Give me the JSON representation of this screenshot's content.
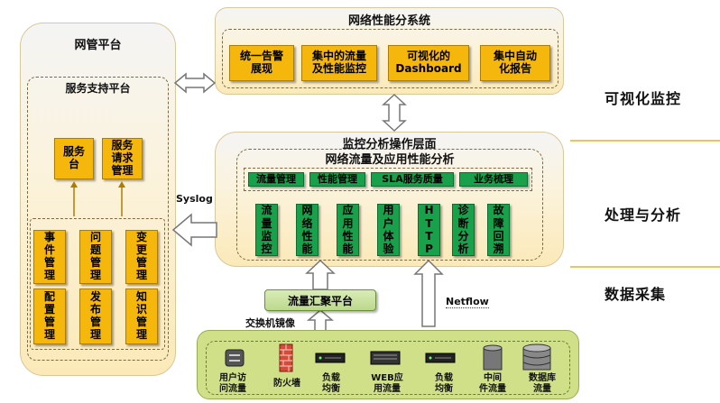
{
  "nms": {
    "title": "网管平台",
    "service_title": "服务支持平台",
    "top_boxes": [
      "服务\n台",
      "服务\n请求\n管理"
    ],
    "grid_boxes": [
      "事\n件\n管\n理",
      "问\n题\n管\n理",
      "变\n更\n管\n理",
      "配\n置\n管\n理",
      "发\n布\n管\n理",
      "知\n识\n管\n理"
    ]
  },
  "perf": {
    "title": "网络性能分系统",
    "boxes": [
      "统一告警\n展现",
      "集中的流量\n及性能监控",
      "可视化的\nDashboard",
      "集中自动\n化报告"
    ]
  },
  "monitor": {
    "title1": "监控分析操作层面",
    "title2": "网络流量及应用性能分析",
    "bar_items": [
      "流量管理",
      "性能管理",
      "SLA服务质量",
      "业务梳理"
    ],
    "columns": [
      "流\n量\n监\n控",
      "网\n络\n性\n能",
      "应\n用\n性\n能",
      "用\n户\n体\n验",
      "H\nT\nT\nP",
      "诊\n断\n分\n析",
      "故\n障\n回\n溯"
    ]
  },
  "aggregation": {
    "label": "流量汇聚平台"
  },
  "labels": {
    "syslog": "Syslog",
    "mirror": "交换机镜像",
    "netflow": "Netflow"
  },
  "sources": [
    "用户访\n问流量",
    "防火墙",
    "负载\n均衡",
    "WEB应\n用流量",
    "负载\n均衡",
    "中间\n件流量",
    "数据库\n流量"
  ],
  "source_icons": [
    "switch-icon",
    "firewall-icon",
    "load-balancer-icon",
    "server-icon",
    "load-balancer-icon",
    "database-icon",
    "database-icon"
  ],
  "layers": [
    "可视化监控",
    "处理与分析",
    "数据采集"
  ],
  "colors": {
    "orange": "#f5b70c",
    "green": "#19a04b",
    "panel": "#fbe9b8",
    "source_bg": "#cfe089"
  }
}
